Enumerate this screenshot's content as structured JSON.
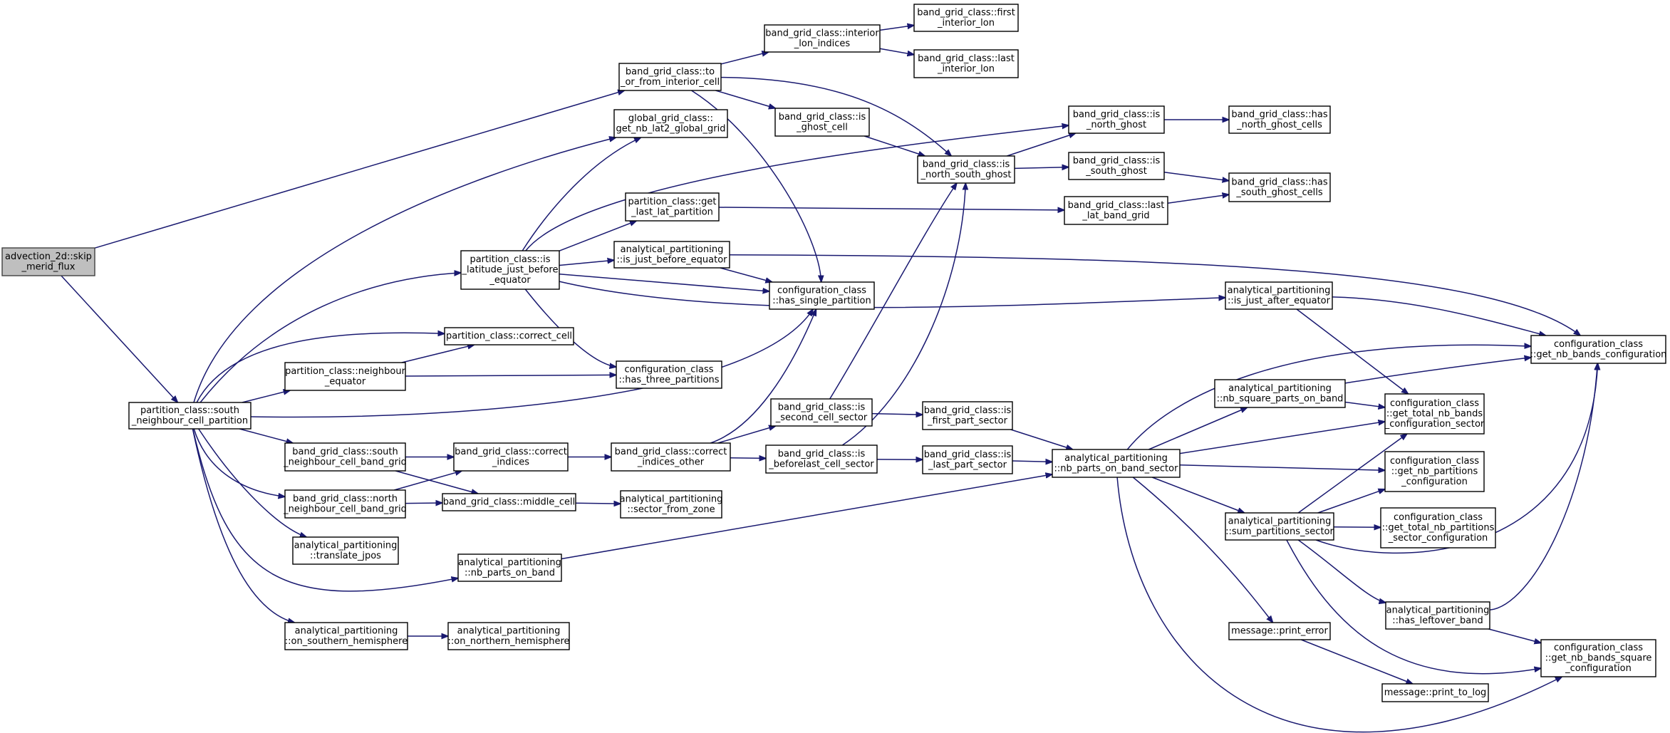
{
  "diagram": {
    "nodes": [
      {
        "id": "root",
        "lines": [
          "advection_2d::skip",
          "_merid_flux"
        ],
        "root": true
      },
      {
        "id": "pc_snp",
        "lines": [
          "partition_class::south",
          "_neighbour_cell_partition"
        ]
      },
      {
        "id": "bg_to",
        "lines": [
          "band_grid_class::to",
          "_or_from_interior_cell"
        ]
      },
      {
        "id": "bg_iln",
        "lines": [
          "band_grid_class::interior",
          "_lon_indices"
        ]
      },
      {
        "id": "bg_first_lon",
        "lines": [
          "band_grid_class::first",
          "_interior_lon"
        ]
      },
      {
        "id": "bg_last_lon",
        "lines": [
          "band_grid_class::last",
          "_interior_lon"
        ]
      },
      {
        "id": "gg_nb",
        "lines": [
          "global_grid_class::",
          "get_nb_lat2_global_grid"
        ]
      },
      {
        "id": "bg_isghost",
        "lines": [
          "band_grid_class::is",
          "_ghost_cell"
        ]
      },
      {
        "id": "bg_nsghost",
        "lines": [
          "band_grid_class::is",
          "_north_south_ghost"
        ]
      },
      {
        "id": "bg_nghost",
        "lines": [
          "band_grid_class::is",
          "_north_ghost"
        ]
      },
      {
        "id": "bg_sghost",
        "lines": [
          "band_grid_class::is",
          "_south_ghost"
        ]
      },
      {
        "id": "bg_has_n",
        "lines": [
          "band_grid_class::has",
          "_north_ghost_cells"
        ]
      },
      {
        "id": "bg_has_s",
        "lines": [
          "band_grid_class::has",
          "_south_ghost_cells"
        ]
      },
      {
        "id": "pc_getlast",
        "lines": [
          "partition_class::get",
          "_last_lat_partition"
        ]
      },
      {
        "id": "bg_lastlat",
        "lines": [
          "band_grid_class::last",
          "_lat_band_grid"
        ]
      },
      {
        "id": "pc_islat",
        "lines": [
          "partition_class::is",
          "_latitude_just_before",
          "_equator"
        ]
      },
      {
        "id": "ap_jbe",
        "lines": [
          "analytical_partitioning",
          "::is_just_before_equator"
        ]
      },
      {
        "id": "cc_single",
        "lines": [
          "configuration_class",
          "::has_single_partition"
        ]
      },
      {
        "id": "ap_jae",
        "lines": [
          "analytical_partitioning",
          "::is_just_after_equator"
        ]
      },
      {
        "id": "cc_nbbands",
        "lines": [
          "configuration_class",
          "::get_nb_bands_configuration"
        ]
      },
      {
        "id": "pc_correct",
        "lines": [
          "partition_class::correct_cell"
        ]
      },
      {
        "id": "pc_neq",
        "lines": [
          "partition_class::neighbour",
          "_equator"
        ]
      },
      {
        "id": "cc_three",
        "lines": [
          "configuration_class",
          "::has_three_partitions"
        ]
      },
      {
        "id": "ap_nbsq",
        "lines": [
          "analytical_partitioning",
          "::nb_square_parts_on_band"
        ]
      },
      {
        "id": "cc_totsec",
        "lines": [
          "configuration_class",
          "::get_total_nb_bands",
          "_configuration_sector"
        ]
      },
      {
        "id": "bg_sns",
        "lines": [
          "band_grid_class::south",
          "_neighbour_cell_band_grid"
        ]
      },
      {
        "id": "bg_ci",
        "lines": [
          "band_grid_class::correct",
          "_indices"
        ]
      },
      {
        "id": "bg_cio",
        "lines": [
          "band_grid_class::correct",
          "_indices_other"
        ]
      },
      {
        "id": "bg_2nd",
        "lines": [
          "band_grid_class::is",
          "_second_cell_sector"
        ]
      },
      {
        "id": "bg_first_part",
        "lines": [
          "band_grid_class::is",
          "_first_part_sector"
        ]
      },
      {
        "id": "bg_blast",
        "lines": [
          "band_grid_class::is",
          "_beforelast_cell_sector"
        ]
      },
      {
        "id": "bg_last_part",
        "lines": [
          "band_grid_class::is",
          "_last_part_sector"
        ]
      },
      {
        "id": "ap_nbpbs",
        "lines": [
          "analytical_partitioning",
          "::nb_parts_on_band_sector"
        ]
      },
      {
        "id": "cc_nbpart",
        "lines": [
          "configuration_class",
          "::get_nb_partitions",
          "_configuration"
        ]
      },
      {
        "id": "bg_nnb",
        "lines": [
          "band_grid_class::north",
          "_neighbour_cell_band_grid"
        ]
      },
      {
        "id": "bg_mid",
        "lines": [
          "band_grid_class::middle_cell"
        ]
      },
      {
        "id": "ap_sfz",
        "lines": [
          "analytical_partitioning",
          "::sector_from_zone"
        ]
      },
      {
        "id": "ap_sum",
        "lines": [
          "analytical_partitioning",
          "::sum_partitions_sector"
        ]
      },
      {
        "id": "cc_totpart",
        "lines": [
          "configuration_class",
          "::get_total_nb_partitions",
          "_sector_configuration"
        ]
      },
      {
        "id": "ap_tj",
        "lines": [
          "analytical_partitioning",
          "::translate_jpos"
        ]
      },
      {
        "id": "ap_nbpb",
        "lines": [
          "analytical_partitioning",
          "::nb_parts_on_band"
        ]
      },
      {
        "id": "ap_hlb",
        "lines": [
          "analytical_partitioning",
          "::has_leftover_band"
        ]
      },
      {
        "id": "msg_err",
        "lines": [
          "message::print_error"
        ]
      },
      {
        "id": "ap_osh",
        "lines": [
          "analytical_partitioning",
          "::on_southern_hemisphere"
        ]
      },
      {
        "id": "ap_onh",
        "lines": [
          "analytical_partitioning",
          "::on_northern_hemisphere"
        ]
      },
      {
        "id": "cc_nbsq",
        "lines": [
          "configuration_class",
          "::get_nb_bands_square",
          "_configuration"
        ]
      },
      {
        "id": "msg_log",
        "lines": [
          "message::print_to_log"
        ]
      }
    ],
    "edges": [
      [
        "root",
        "bg_to"
      ],
      [
        "root",
        "pc_snp"
      ],
      [
        "bg_to",
        "bg_iln"
      ],
      [
        "bg_iln",
        "bg_first_lon"
      ],
      [
        "bg_iln",
        "bg_last_lon"
      ],
      [
        "bg_to",
        "bg_isghost"
      ],
      [
        "bg_to",
        "bg_nsghost"
      ],
      [
        "bg_to",
        "cc_single"
      ],
      [
        "bg_isghost",
        "bg_nsghost"
      ],
      [
        "bg_nsghost",
        "bg_nghost"
      ],
      [
        "bg_nsghost",
        "bg_sghost"
      ],
      [
        "bg_nghost",
        "bg_has_n"
      ],
      [
        "bg_sghost",
        "bg_has_s"
      ],
      [
        "pc_getlast",
        "bg_lastlat"
      ],
      [
        "bg_lastlat",
        "bg_has_s"
      ],
      [
        "pc_snp",
        "gg_nb"
      ],
      [
        "pc_snp",
        "pc_islat"
      ],
      [
        "pc_snp",
        "pc_correct"
      ],
      [
        "pc_snp",
        "pc_neq"
      ],
      [
        "pc_snp",
        "cc_single"
      ],
      [
        "pc_snp",
        "bg_sns"
      ],
      [
        "pc_snp",
        "bg_nnb"
      ],
      [
        "pc_snp",
        "ap_tj"
      ],
      [
        "pc_snp",
        "ap_nbpb"
      ],
      [
        "pc_snp",
        "ap_osh"
      ],
      [
        "pc_islat",
        "gg_nb"
      ],
      [
        "pc_islat",
        "bg_nghost"
      ],
      [
        "pc_islat",
        "pc_getlast"
      ],
      [
        "pc_islat",
        "ap_jbe"
      ],
      [
        "pc_islat",
        "cc_single"
      ],
      [
        "pc_islat",
        "ap_jae"
      ],
      [
        "pc_islat",
        "cc_three"
      ],
      [
        "ap_jbe",
        "cc_single"
      ],
      [
        "ap_jbe",
        "cc_nbbands"
      ],
      [
        "ap_jae",
        "cc_nbbands"
      ],
      [
        "ap_jae",
        "cc_totsec"
      ],
      [
        "pc_neq",
        "pc_correct"
      ],
      [
        "pc_neq",
        "cc_three"
      ],
      [
        "bg_sns",
        "bg_ci"
      ],
      [
        "bg_sns",
        "bg_mid"
      ],
      [
        "bg_nnb",
        "bg_ci"
      ],
      [
        "bg_nnb",
        "bg_mid"
      ],
      [
        "bg_ci",
        "bg_cio"
      ],
      [
        "bg_mid",
        "ap_sfz"
      ],
      [
        "bg_cio",
        "cc_single"
      ],
      [
        "bg_cio",
        "bg_2nd"
      ],
      [
        "bg_cio",
        "bg_blast"
      ],
      [
        "bg_2nd",
        "bg_nsghost"
      ],
      [
        "bg_2nd",
        "bg_first_part"
      ],
      [
        "bg_blast",
        "bg_nsghost"
      ],
      [
        "bg_blast",
        "bg_last_part"
      ],
      [
        "bg_first_part",
        "ap_nbpbs"
      ],
      [
        "bg_last_part",
        "ap_nbpbs"
      ],
      [
        "ap_nbpb",
        "ap_nbpbs"
      ],
      [
        "ap_nbpbs",
        "cc_nbbands"
      ],
      [
        "ap_nbpbs",
        "ap_nbsq"
      ],
      [
        "ap_nbpbs",
        "cc_totsec"
      ],
      [
        "ap_nbpbs",
        "cc_nbpart"
      ],
      [
        "ap_nbpbs",
        "ap_sum"
      ],
      [
        "ap_nbpbs",
        "msg_err"
      ],
      [
        "ap_nbpbs",
        "cc_nbsq"
      ],
      [
        "ap_nbsq",
        "cc_nbbands"
      ],
      [
        "ap_nbsq",
        "cc_totsec"
      ],
      [
        "ap_sum",
        "cc_totsec"
      ],
      [
        "ap_sum",
        "cc_nbpart"
      ],
      [
        "ap_sum",
        "cc_totpart"
      ],
      [
        "ap_sum",
        "cc_nbbands"
      ],
      [
        "ap_sum",
        "ap_hlb"
      ],
      [
        "ap_sum",
        "cc_nbsq"
      ],
      [
        "ap_hlb",
        "cc_nbbands"
      ],
      [
        "ap_hlb",
        "cc_nbsq"
      ],
      [
        "msg_err",
        "msg_log"
      ],
      [
        "ap_osh",
        "ap_onh"
      ]
    ]
  }
}
